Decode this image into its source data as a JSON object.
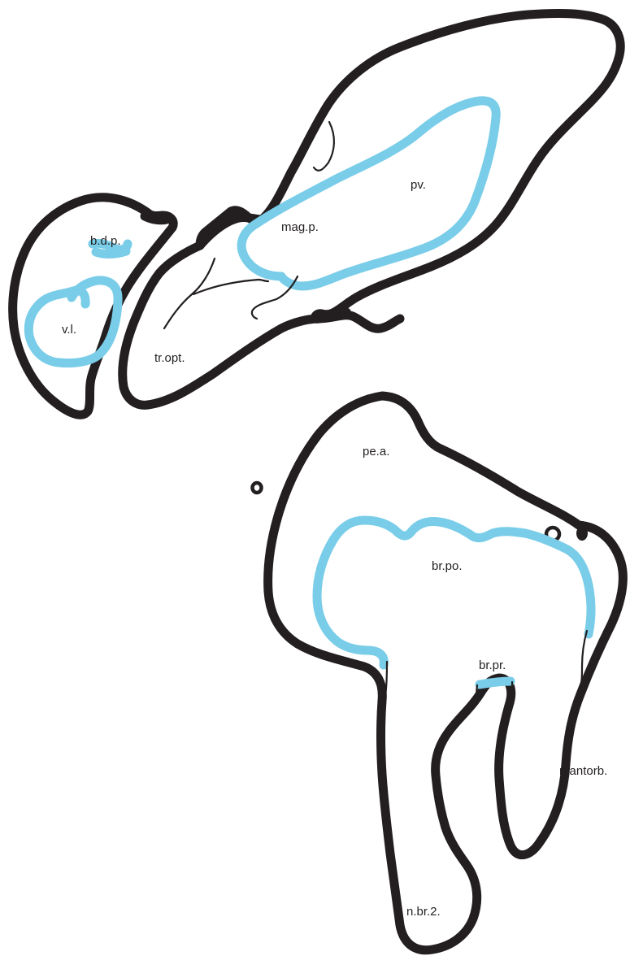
{
  "colors": {
    "outline": "#231f20",
    "region": "#79cde8",
    "background": "#ffffff"
  },
  "labels": {
    "bdp": "b.d.p.",
    "vl": "v.l.",
    "tropt": "tr.opt.",
    "magp": "mag.p.",
    "pv": "pv.",
    "pea": "pe.a.",
    "brpo": "br.po.",
    "brpr": "br.pr.",
    "nantorb": "n.antorb.",
    "nbr2": "n.br.2."
  }
}
